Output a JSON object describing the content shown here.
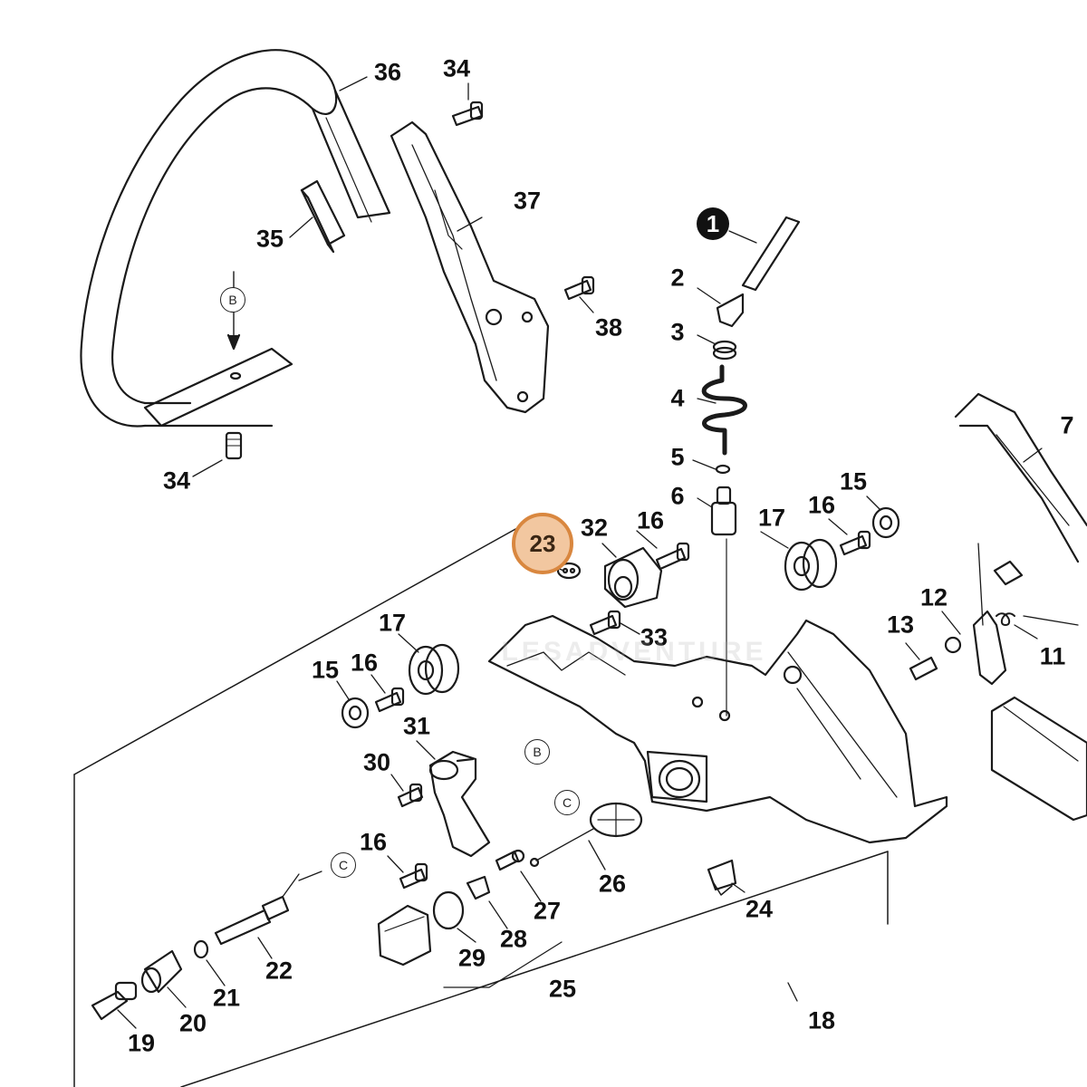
{
  "callouts": {
    "p1": "1",
    "p2": "2",
    "p3": "3",
    "p4": "4",
    "p5": "5",
    "p6": "6",
    "p7": "7",
    "p11": "11",
    "p12": "12",
    "p13": "13",
    "p15a": "15",
    "p15b": "15",
    "p16a": "16",
    "p16b": "16",
    "p16c": "16",
    "p16d": "16",
    "p17a": "17",
    "p17b": "17",
    "p18": "18",
    "p19": "19",
    "p20": "20",
    "p21": "21",
    "p22": "22",
    "p23": "23",
    "p24": "24",
    "p25": "25",
    "p26": "26",
    "p27": "27",
    "p28": "28",
    "p29": "29",
    "p30": "30",
    "p31": "31",
    "p32": "32",
    "p33": "33",
    "p34a": "34",
    "p34b": "34",
    "p35": "35",
    "p36": "36",
    "p37": "37",
    "p38": "38"
  },
  "markers": {
    "b1": "B",
    "b2": "B",
    "c1": "C",
    "c2": "C"
  },
  "watermark": "LESADVENTURE",
  "colors": {
    "ink": "#111111",
    "highlight_fill": "#f2c7a0",
    "highlight_border": "#d9873f"
  },
  "highlighted_part": "23"
}
